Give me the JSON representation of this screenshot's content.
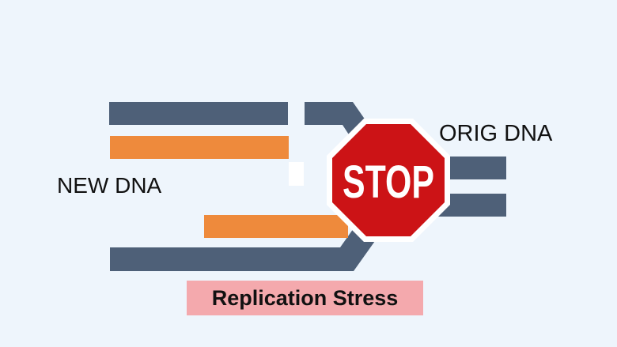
{
  "labels": {
    "new_dna": "NEW DNA",
    "orig_dna": "ORIG DNA"
  },
  "stop_sign": {
    "text": "STOP"
  },
  "caption": {
    "text": "Replication Stress"
  },
  "colors": {
    "background": "#eef5fc",
    "original_strand": "#4e6078",
    "new_strand": "#ee8a3c",
    "stop_red": "#cc1316",
    "caption_bg": "#f4a9ad"
  }
}
